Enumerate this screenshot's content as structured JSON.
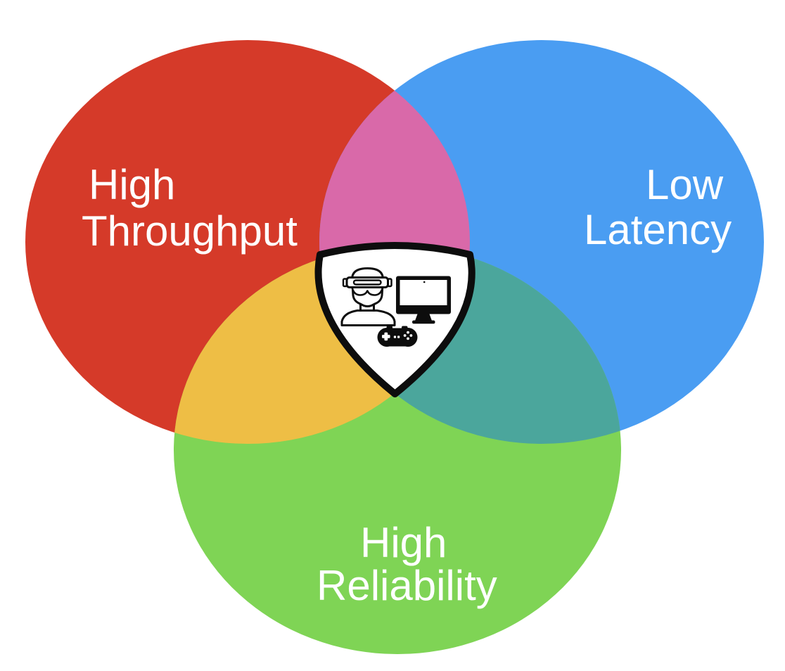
{
  "diagram": {
    "type": "venn-3",
    "background_color": "#ffffff",
    "label_color": "#ffffff",
    "sets": [
      {
        "id": "high-throughput",
        "lines": [
          "High",
          "Throughput"
        ],
        "color": "#d53a29"
      },
      {
        "id": "low-latency",
        "lines": [
          "Low",
          "Latency"
        ],
        "color": "#4a9df2"
      },
      {
        "id": "high-reliability",
        "lines": [
          "High",
          "Reliability"
        ],
        "color": "#7fd455"
      }
    ],
    "overlaps": {
      "throughput_latency": {
        "color": "#d969a9"
      },
      "throughput_reliability": {
        "color": "#eebe45"
      },
      "latency_reliability": {
        "color": "#4ba69c"
      }
    },
    "center_badge": {
      "shape": "shield",
      "fill": "#ffffff",
      "border_color": "#0d0d0d",
      "icon_color": "#0d0d0d",
      "icons": [
        "vr-headset-user-icon",
        "desktop-monitor-icon",
        "gamepad-icon"
      ]
    }
  }
}
